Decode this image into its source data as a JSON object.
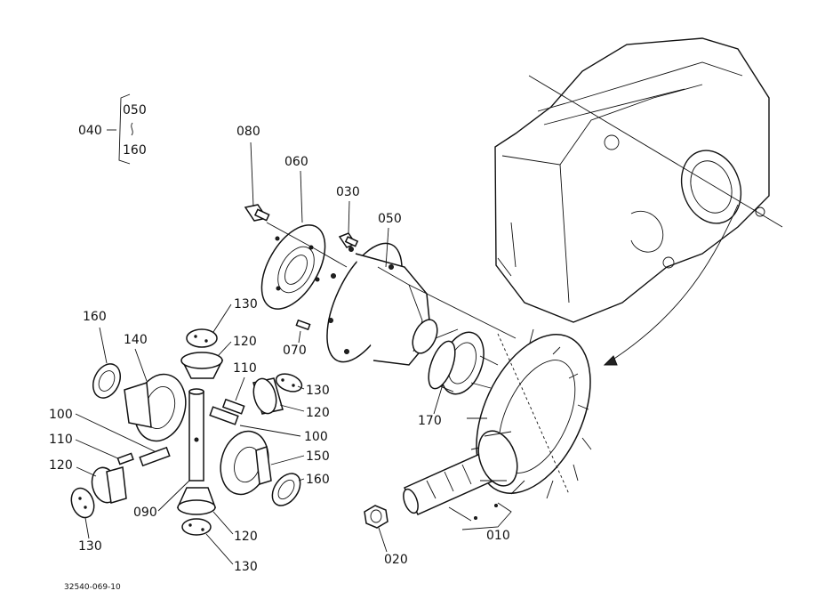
{
  "diagram": {
    "labels": {
      "l040": "040",
      "l050_group": "050",
      "l160_group": "160",
      "l080": "080",
      "l060": "060",
      "l030": "030",
      "l050": "050",
      "l130_top": "130",
      "l120_top": "120",
      "l160_left": "160",
      "l140": "140",
      "l070": "070",
      "l110_mid": "110",
      "l130_mid": "130",
      "l120_mid": "120",
      "l100_right": "100",
      "l170": "170",
      "l100_left": "100",
      "l110_left": "110",
      "l150": "150",
      "l160_right": "160",
      "l120_left": "120",
      "l090": "090",
      "l120_bottom": "120",
      "l130_left": "130",
      "l130_bottom": "130",
      "l020": "020",
      "l010": "010"
    },
    "drawing_code": "32540-069-10",
    "icons": [
      "housing-icon",
      "bolt-icon",
      "flange-icon",
      "differential-case-icon",
      "bevel-gear-icon",
      "ring-gear-icon",
      "pinion-shaft-icon",
      "nut-icon",
      "washer-icon",
      "pin-icon",
      "bearing-icon"
    ]
  }
}
